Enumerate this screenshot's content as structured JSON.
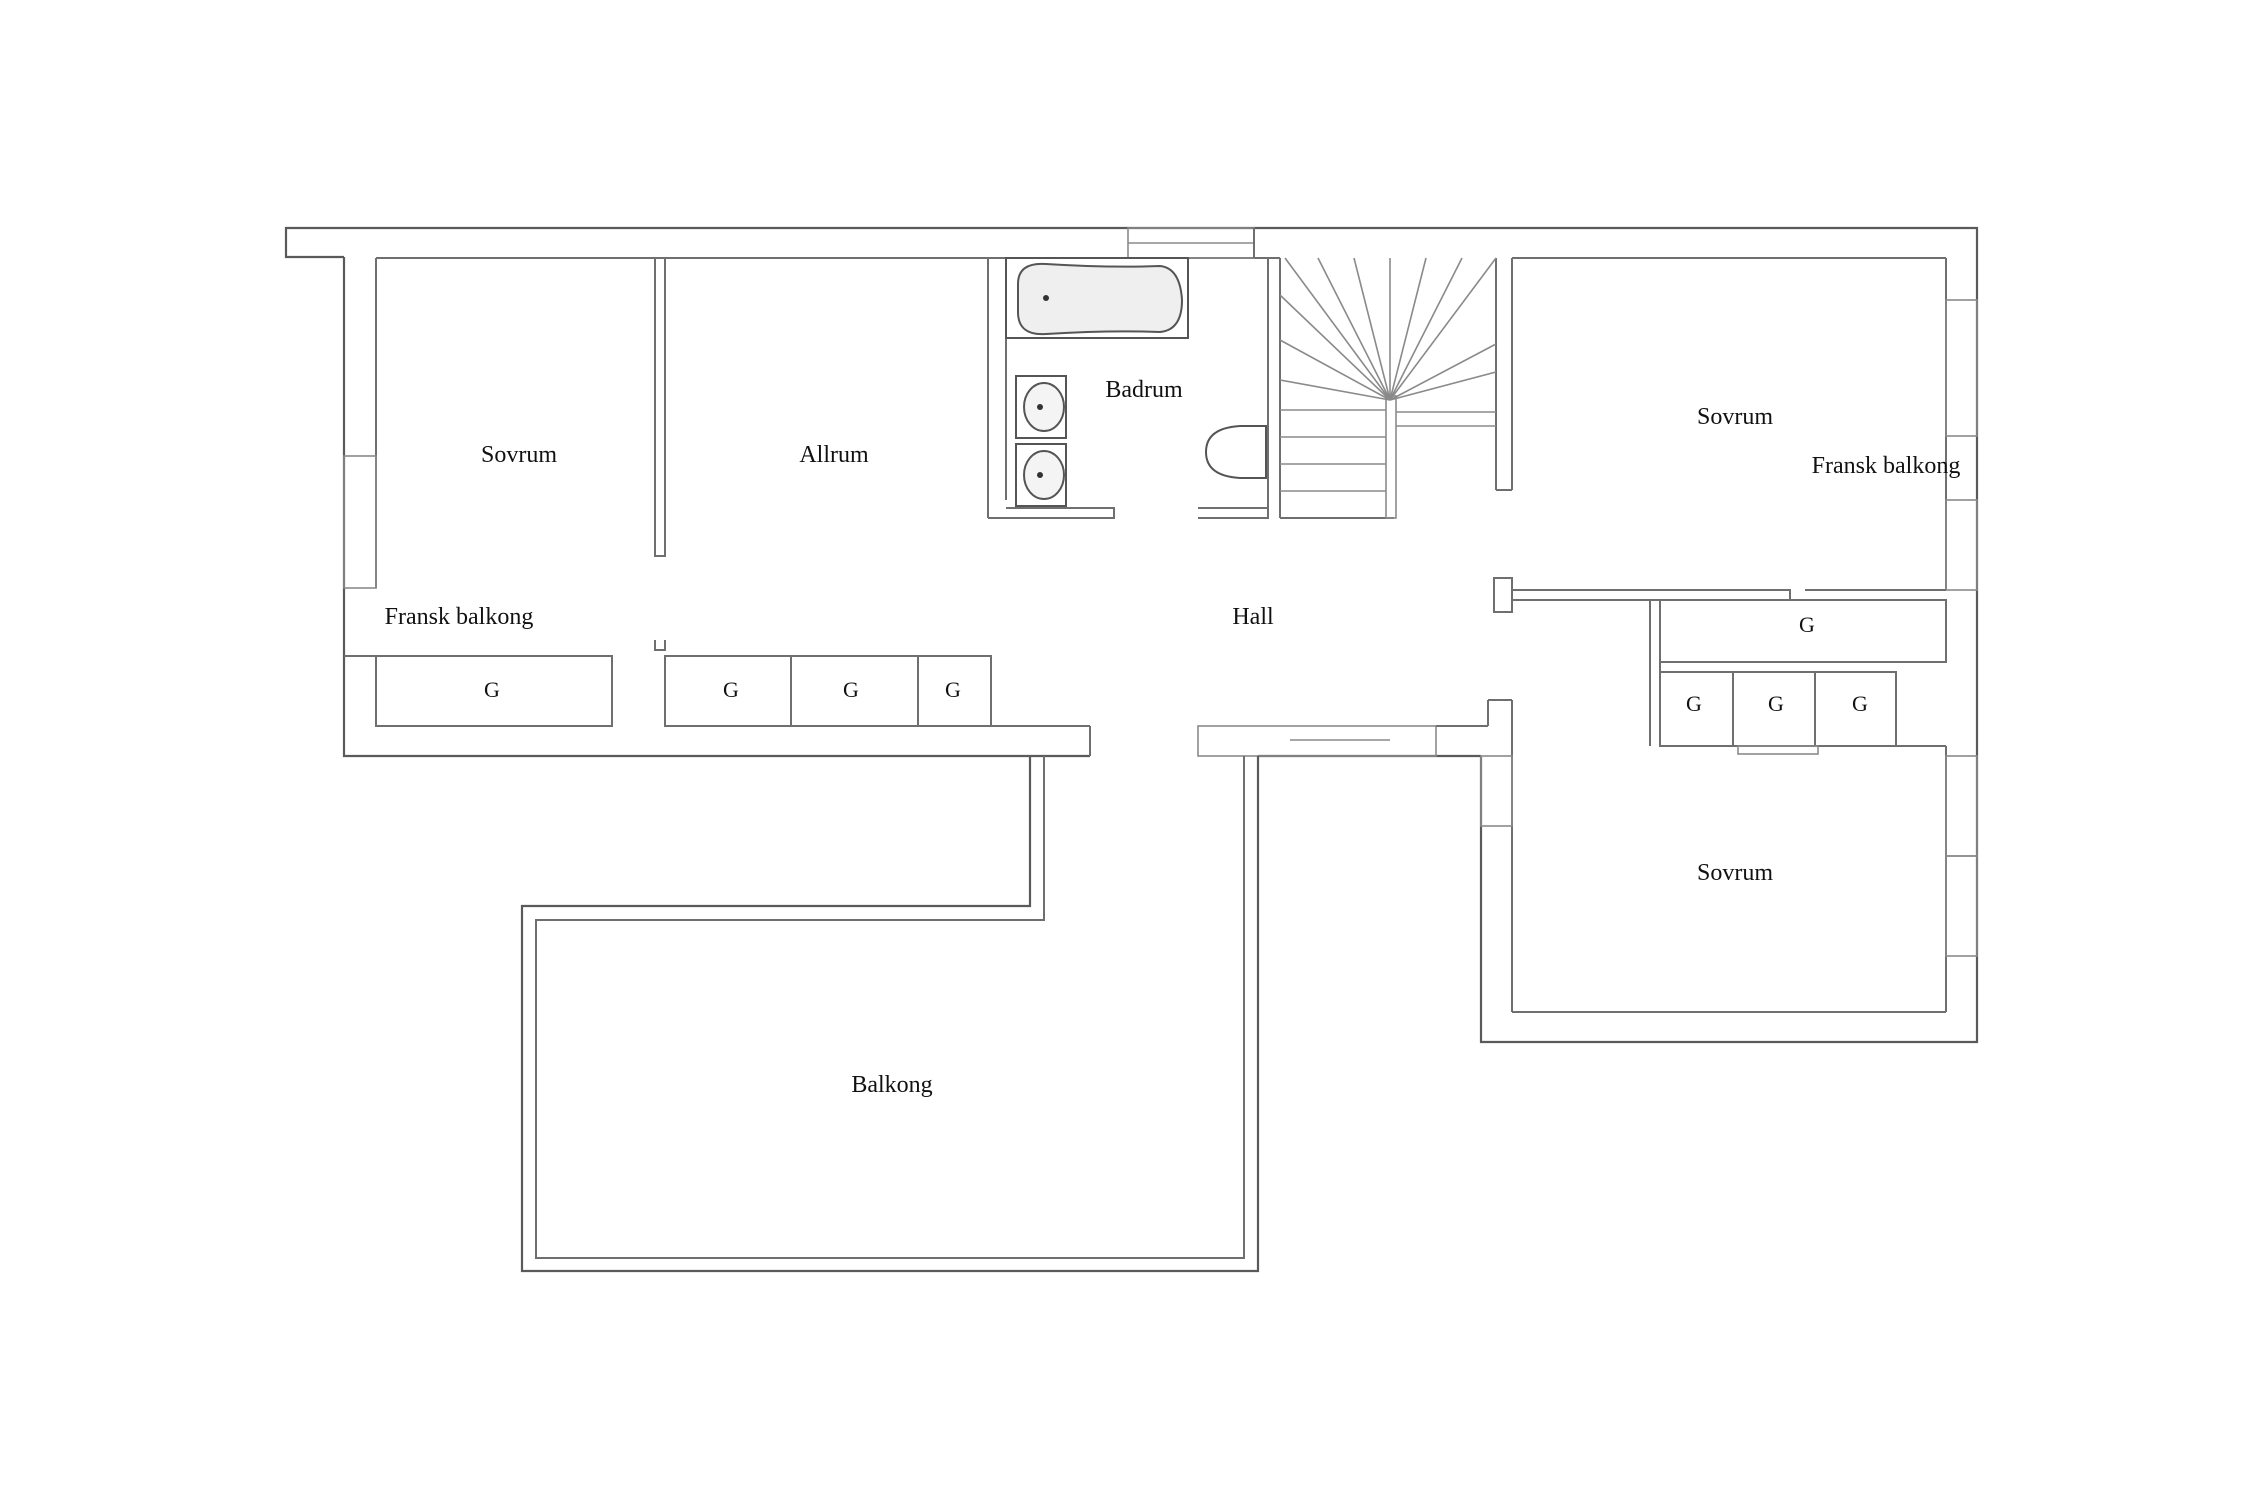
{
  "rooms": {
    "sovrum_left": "Sovrum",
    "allrum": "Allrum",
    "badrum": "Badrum",
    "sovrum_top_right": "Sovrum",
    "fransk_balkong_right": "Fransk balkong",
    "fransk_balkong_left": "Fransk balkong",
    "hall": "Hall",
    "sovrum_bottom_right": "Sovrum",
    "balkong": "Balkong"
  },
  "closets": {
    "left": "G",
    "mid_1": "G",
    "mid_2": "G",
    "mid_3": "G",
    "right_single": "G",
    "right_1": "G",
    "right_2": "G",
    "right_3": "G"
  }
}
